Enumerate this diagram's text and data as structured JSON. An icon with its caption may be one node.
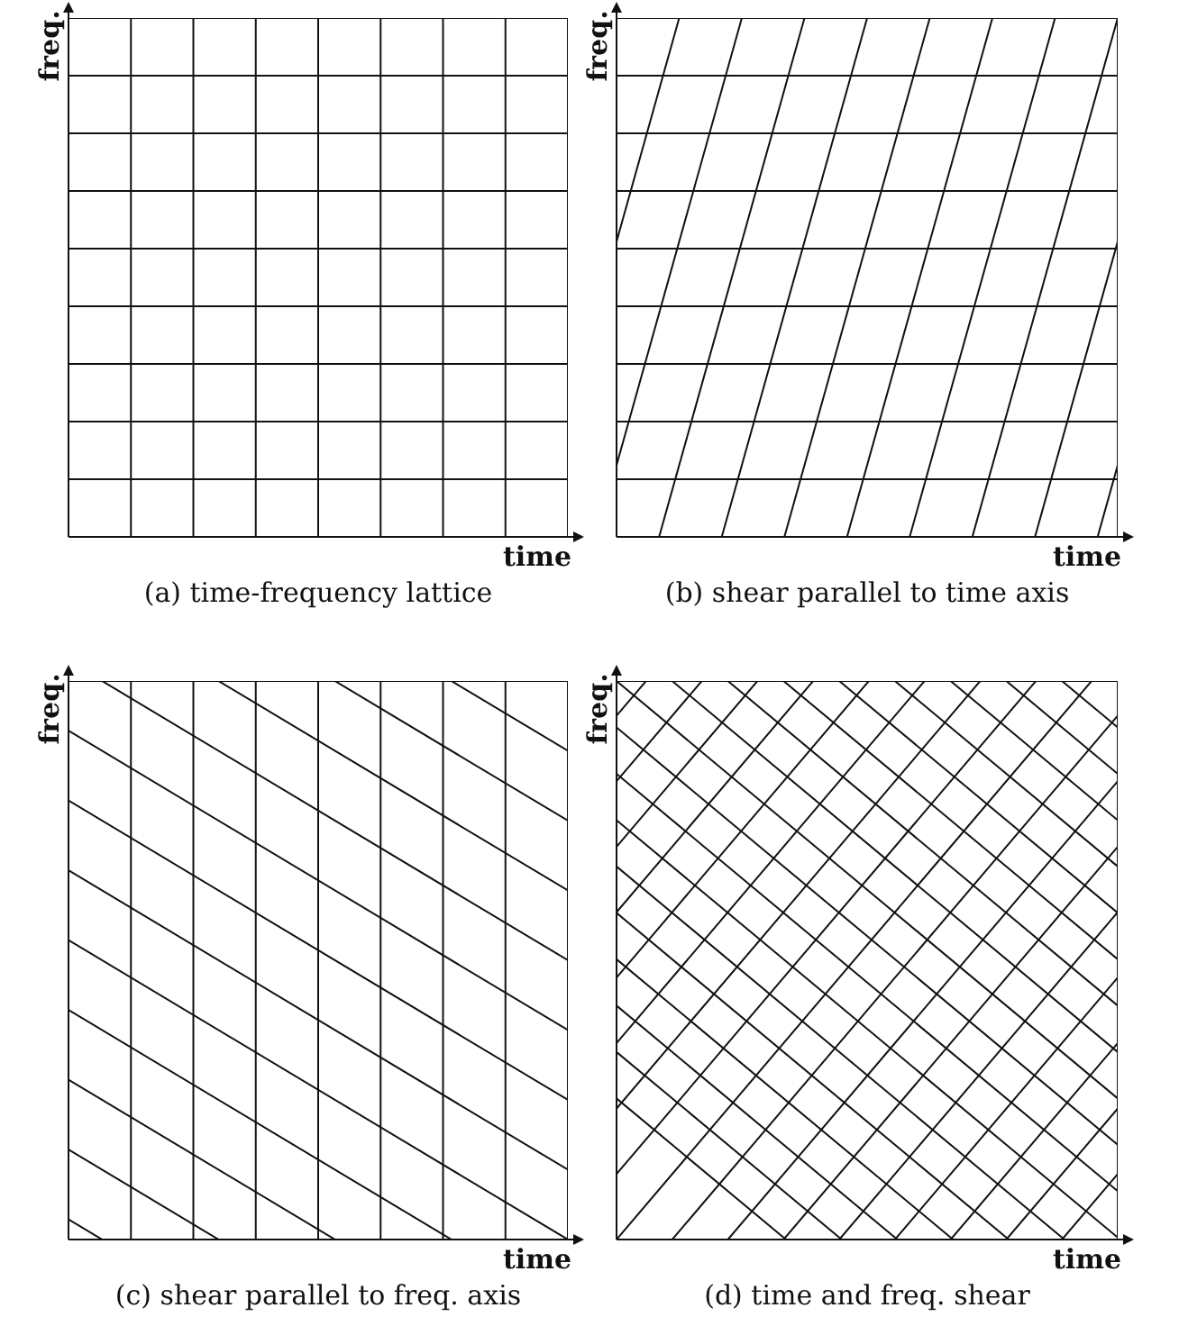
{
  "diagram": {
    "labels": [
      "freq.",
      "time",
      "(a) time-frequency lattice",
      "freq.",
      "time",
      "(b) shear parallel to time axis",
      "freq.",
      "time",
      "(c) shear parallel to freq. axis",
      "freq.",
      "time",
      "(d) time and freq. shear"
    ]
  }
}
